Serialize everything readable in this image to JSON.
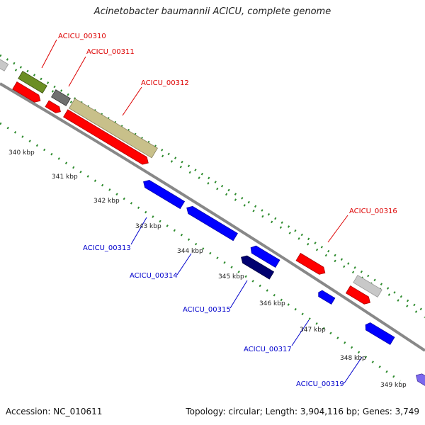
{
  "title": "Acinetobacter baumannii ACICU, complete genome",
  "footer": {
    "accession": "Accession: NC_010611",
    "topology": "Topology: circular; Length: 3,904,116 bp; Genes: 3,749"
  },
  "colors": {
    "forward_gene": "#ff0000",
    "reverse_gene": "#0000ff",
    "olive_gene": "#6b8e23",
    "khaki_gene": "#c8c08a",
    "dark_grey_gene": "#707070",
    "light_grey_gene": "#c8c8c8",
    "navy_gene": "#000070",
    "purple_gene": "#7b68ee",
    "backbone": "#888888",
    "gc_ticks": "#2e8b2e"
  },
  "ticks": [
    {
      "label": "340 kbp"
    },
    {
      "label": "341 kbp"
    },
    {
      "label": "342 kbp"
    },
    {
      "label": "343 kbp"
    },
    {
      "label": "344 kbp"
    },
    {
      "label": "345 kbp"
    },
    {
      "label": "346 kbp"
    },
    {
      "label": "347 kbp"
    },
    {
      "label": "348 kbp"
    },
    {
      "label": "349 kbp"
    }
  ],
  "gene_labels": [
    {
      "id": "ACICU_00310",
      "strand": "forward"
    },
    {
      "id": "ACICU_00311",
      "strand": "forward"
    },
    {
      "id": "ACICU_00312",
      "strand": "forward"
    },
    {
      "id": "ACICU_00316",
      "strand": "forward"
    },
    {
      "id": "ACICU_00313",
      "strand": "reverse"
    },
    {
      "id": "ACICU_00314",
      "strand": "reverse"
    },
    {
      "id": "ACICU_00315",
      "strand": "reverse"
    },
    {
      "id": "ACICU_00317",
      "strand": "reverse"
    },
    {
      "id": "ACICU_00319",
      "strand": "reverse"
    }
  ]
}
